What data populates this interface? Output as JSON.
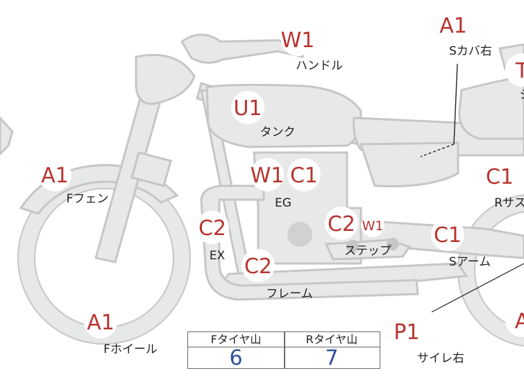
{
  "badges": [
    {
      "id": "w1-handle",
      "code": "W1",
      "label": "ハンドル"
    },
    {
      "id": "a1-side-cover-r",
      "code": "A1",
      "label": "Sカバ右"
    },
    {
      "id": "t-cut",
      "code": "T",
      "label": "シ"
    },
    {
      "id": "u1-tank",
      "code": "U1",
      "label": "タンク"
    },
    {
      "id": "a1-front-fender",
      "code": "A1",
      "label": "Fフェン"
    },
    {
      "id": "w1-engine",
      "code": "W1",
      "label": "EG"
    },
    {
      "id": "c1-engine",
      "code": "C1",
      "label": ""
    },
    {
      "id": "c1-rear-sus",
      "code": "C1",
      "label": "Rサス"
    },
    {
      "id": "c2-exhaust",
      "code": "C2",
      "label": "EX"
    },
    {
      "id": "c2-step",
      "code": "C2",
      "label": "ステップ"
    },
    {
      "id": "w1-step",
      "code": "W1",
      "label": ""
    },
    {
      "id": "c1-swingarm",
      "code": "C1",
      "label": "Sアーム"
    },
    {
      "id": "c2-frame",
      "code": "C2",
      "label": "フレーム"
    },
    {
      "id": "a1-front-wheel",
      "code": "A1",
      "label": "Fホイール"
    },
    {
      "id": "p1-muffler-r",
      "code": "P1",
      "label": "サイレ右"
    },
    {
      "id": "a-cut",
      "code": "A",
      "label": ""
    }
  ],
  "tire_table": {
    "headers": [
      "Fタイヤ山",
      "Rタイヤ山"
    ],
    "values": [
      "6",
      "7"
    ]
  },
  "colors": {
    "code": "#b8342f",
    "value": "#2f4f9a",
    "part": "#e7e8e8",
    "outline": "#c4c6c8"
  }
}
